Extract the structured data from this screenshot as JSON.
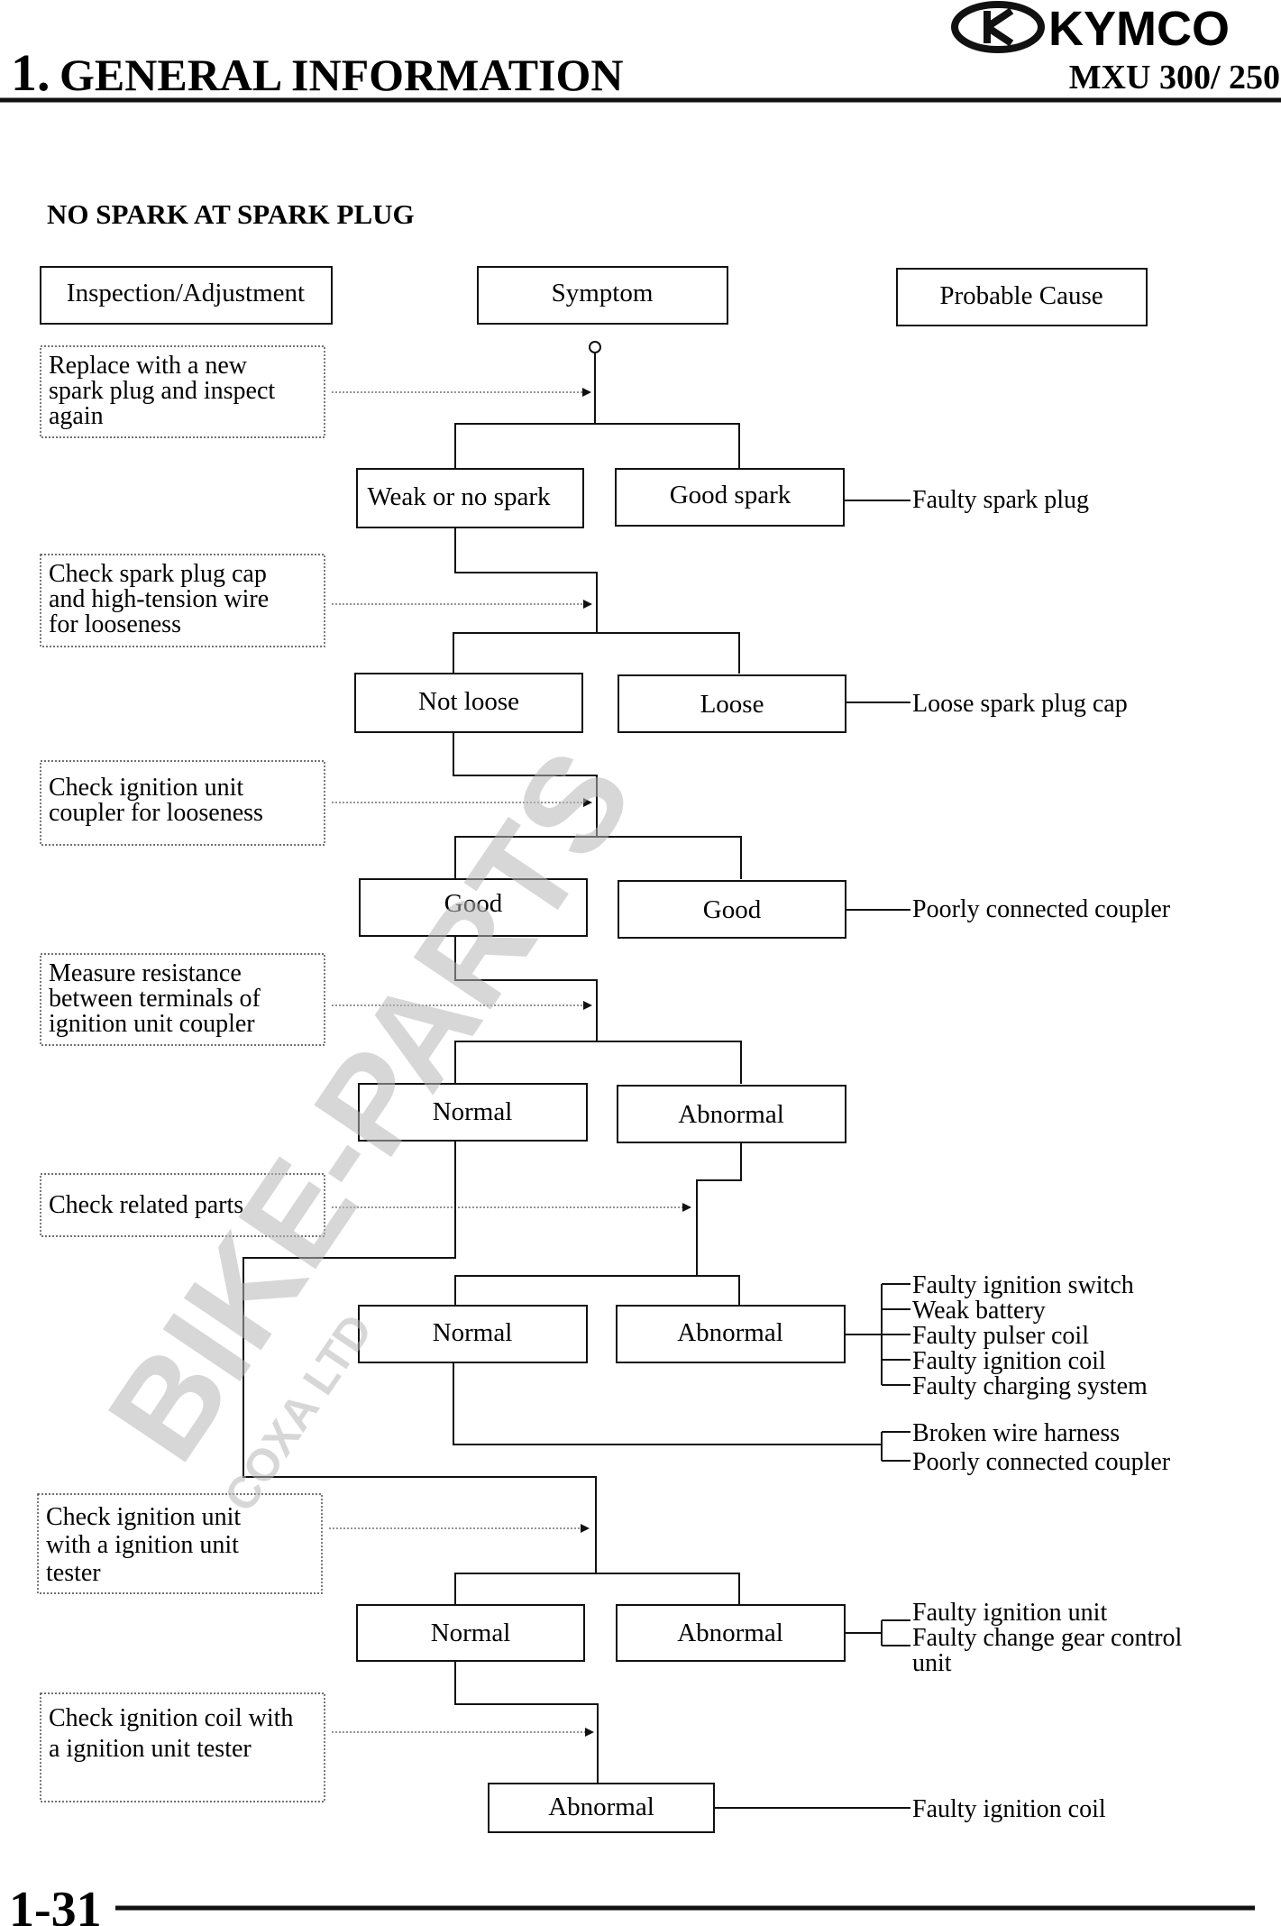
{
  "header": {
    "chapter_number": "1.",
    "chapter_title": "GENERAL INFORMATION",
    "brand": "KYMCO",
    "model": "MXU 300/ 250",
    "page_number": "1-31"
  },
  "section_title": "NO SPARK AT SPARK PLUG",
  "columns": {
    "inspection": "Inspection/Adjustment",
    "symptom": "Symptom",
    "cause": "Probable Cause"
  },
  "inspections": [
    {
      "lines": [
        "Replace with a new",
        "spark plug and inspect",
        "again"
      ]
    },
    {
      "lines": [
        "Check spark plug cap",
        "and high-tension wire",
        "for looseness"
      ]
    },
    {
      "lines": [
        "Check ignition unit",
        "coupler for looseness"
      ]
    },
    {
      "lines": [
        "Measure resistance",
        "between terminals of",
        "ignition unit coupler"
      ]
    },
    {
      "lines": [
        "Check related parts"
      ]
    },
    {
      "lines": [
        "Check ignition unit",
        "with a ignition unit",
        "tester"
      ]
    },
    {
      "lines": [
        "Check ignition coil with",
        "a ignition unit tester"
      ]
    }
  ],
  "symptoms": [
    {
      "left": "Weak or no spark",
      "right": "Good spark"
    },
    {
      "left": "Not loose",
      "right": "Loose"
    },
    {
      "left": "Good",
      "right": "Good"
    },
    {
      "left": "Normal",
      "right": "Abnormal"
    },
    {
      "left": "Normal",
      "right": "Abnormal"
    },
    {
      "left": "Normal",
      "right": "Abnormal"
    },
    {
      "left": "Abnormal",
      "right": ""
    }
  ],
  "causes": {
    "c1": [
      "Faulty spark plug"
    ],
    "c2": [
      "Loose spark plug cap"
    ],
    "c3": [
      "Poorly connected coupler"
    ],
    "c4": [
      "Faulty ignition switch",
      "Weak battery",
      "Faulty pulser coil",
      "Faulty ignition coil",
      "Faulty charging system"
    ],
    "c5": [
      "Broken wire harness",
      "Poorly connected coupler"
    ],
    "c6": [
      "Faulty ignition unit",
      "Faulty change gear control",
      "unit"
    ],
    "c7": [
      "Faulty ignition coil"
    ]
  },
  "watermark": {
    "main": "BIKE-PARTS",
    "sub": "COXA LTD"
  },
  "colors": {
    "ink": "#111111",
    "watermark": "#c8c8c8"
  }
}
